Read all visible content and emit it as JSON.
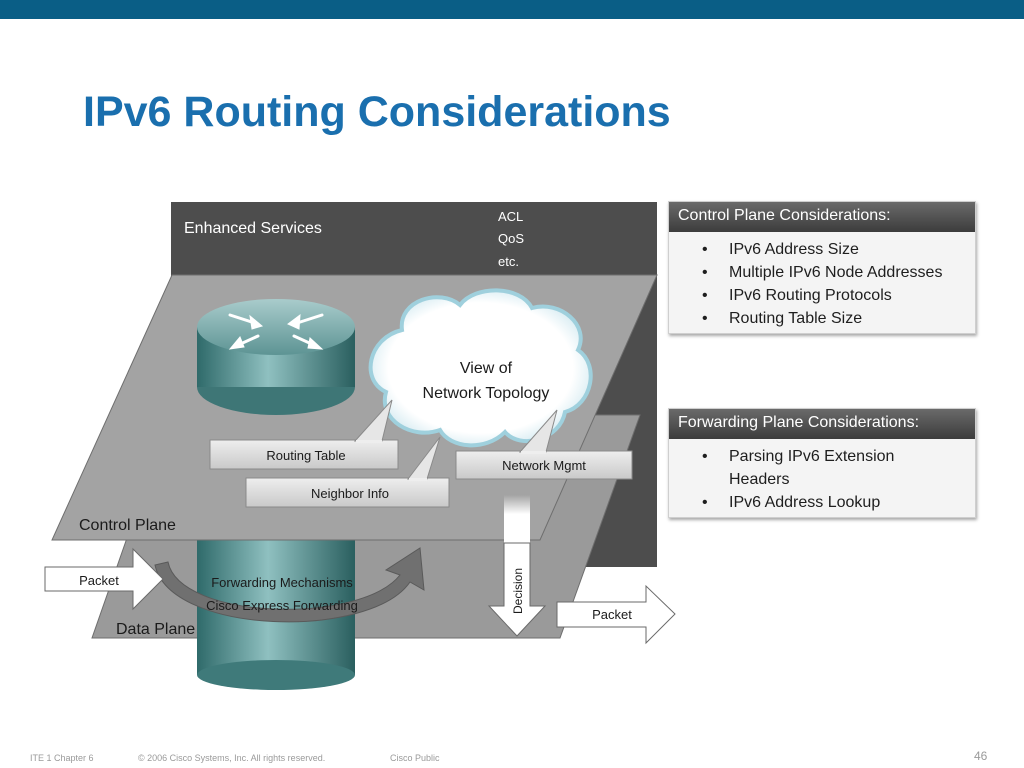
{
  "slide": {
    "title": "IPv6 Routing Considerations",
    "page_number": "46"
  },
  "diagram": {
    "enhanced_services": "Enhanced Services",
    "services_list": [
      "ACL",
      "QoS",
      "etc."
    ],
    "cloud_line1": "View of",
    "cloud_line2": "Network Topology",
    "routing_table": "Routing Table",
    "neighbor_info": "Neighbor Info",
    "network_mgmt": "Network Mgmt",
    "control_plane": "Control Plane",
    "data_plane": "Data Plane",
    "packet_in": "Packet",
    "packet_out": "Packet",
    "forwarding_mechanisms": "Forwarding Mechanisms",
    "cisco_express_forwarding": "Cisco Express Forwarding",
    "decision": "Decision"
  },
  "control_plane_panel": {
    "header": "Control Plane Considerations:",
    "items": [
      "IPv6 Address Size",
      "Multiple IPv6 Node Addresses",
      "IPv6 Routing Protocols",
      "Routing Table Size"
    ]
  },
  "forwarding_plane_panel": {
    "header": "Forwarding Plane Considerations:",
    "items": [
      "Parsing IPv6 Extension Headers",
      "IPv6 Address Lookup"
    ]
  },
  "footer": {
    "course": "ITE 1 Chapter 6",
    "copyright": "© 2006 Cisco Systems, Inc. All rights reserved.",
    "classification": "Cisco Public"
  },
  "colors": {
    "top_bar": "#0a5e86",
    "title": "#1a6fae"
  }
}
